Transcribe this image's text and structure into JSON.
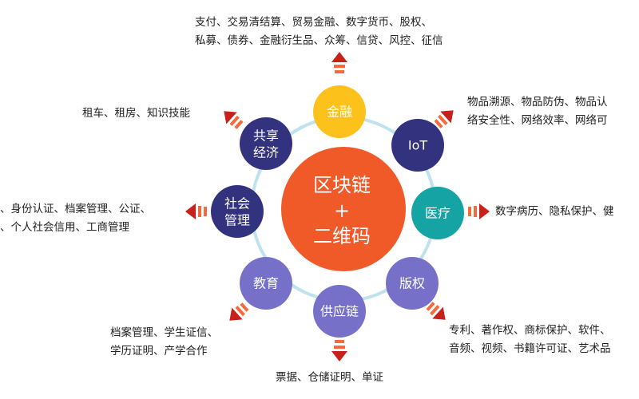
{
  "colors": {
    "ring": "#bfe3ee",
    "center": "#f05a28",
    "arrow_light": "#f46a3a",
    "arrow_dark": "#c8201a",
    "finance": "#fcc21b",
    "purple": "#33327f",
    "teal": "#16a3a3",
    "lavender": "#7670c9"
  },
  "center": {
    "line1": "区块链",
    "line2": "+",
    "line3": "二维码"
  },
  "nodes": {
    "finance": {
      "label": "金融"
    },
    "iot": {
      "label": "IoT"
    },
    "medical": {
      "label": "医疗"
    },
    "copyright": {
      "label": "版权"
    },
    "supply_chain": {
      "label": "供应链"
    },
    "education": {
      "label": "教育"
    },
    "social": {
      "line1": "社会",
      "line2": "管理"
    },
    "sharing": {
      "line1": "共享",
      "line2": "经济"
    }
  },
  "descriptions": {
    "finance": {
      "line1": "支付、交易清结算、贸易金融、数字货币、股权、",
      "line2": "私募、债券、金融衍生品、众筹、信贷、风控、征信"
    },
    "iot": {
      "line1": "物品溯源、物品防伪、物品认",
      "line2": "络安全性、网络效率、网络可"
    },
    "medical": {
      "line1": "数字病历、隐私保护、健"
    },
    "copyright": {
      "line1": "专利、著作权、商标保护、软件、",
      "line2": "音频、视频、书籍许可证、艺术品"
    },
    "supply_chain": {
      "line1": "票据、仓储证明、单证"
    },
    "education": {
      "line1": "档案管理、学生证信、",
      "line2": "学历证明、产学合作"
    },
    "social": {
      "line1": "、身份认证、档案管理、公证、",
      "line2": "、个人社会信用、工商管理"
    },
    "sharing": {
      "line1": "租车、租房、知识技能"
    }
  }
}
